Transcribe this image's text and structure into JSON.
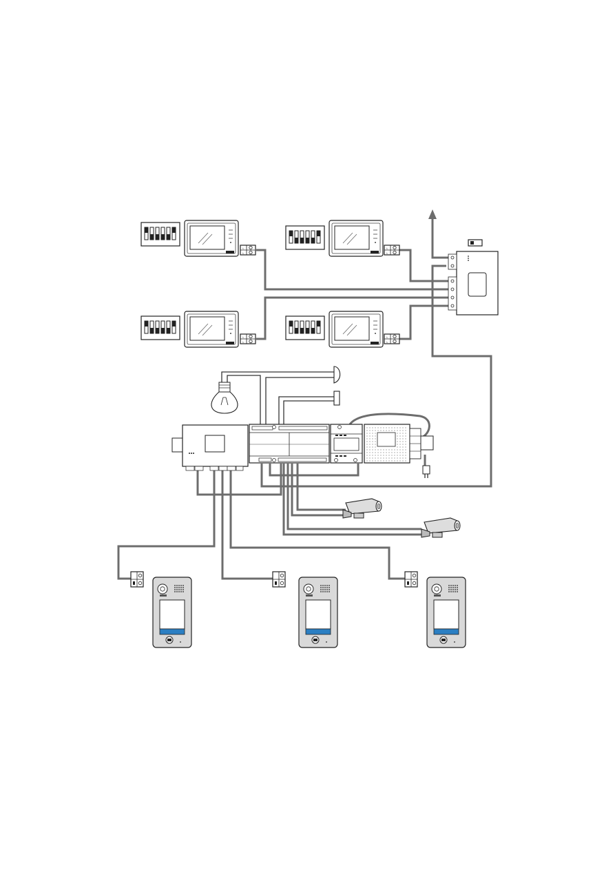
{
  "diagram": {
    "kind": "video-intercom-wiring",
    "monitors": [
      {
        "id": "monitor-1",
        "dip_switches": 6
      },
      {
        "id": "monitor-2",
        "dip_switches": 6
      },
      {
        "id": "monitor-3",
        "dip_switches": 6
      },
      {
        "id": "monitor-4",
        "dip_switches": 6
      }
    ],
    "distributor": {
      "outputs": 4
    },
    "door_stations": [
      {
        "id": "door-station-1"
      },
      {
        "id": "door-station-2"
      },
      {
        "id": "door-station-3"
      }
    ],
    "cameras": [
      {
        "id": "cctv-camera-1"
      },
      {
        "id": "cctv-camera-2"
      }
    ],
    "wire_color": "#6d6d6d",
    "door_station_accent": "#2b7fc3",
    "panel_color": "#d9d9d9"
  }
}
